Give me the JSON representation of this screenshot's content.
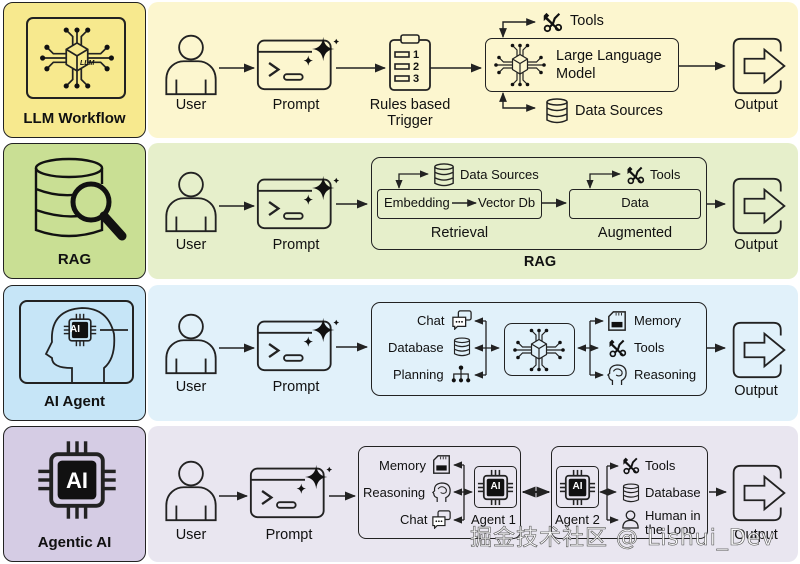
{
  "colors": {
    "llm_card": "#f7e98e",
    "llm_bg": "#fcf6cf",
    "rag_card": "#c9df94",
    "rag_bg": "#e6efcb",
    "agent_card": "#c6e5f7",
    "agent_bg": "#e1f1fa",
    "agentic_card": "#d5cce4",
    "agentic_bg": "#e9e6f0",
    "stroke": "#222222"
  },
  "rows": {
    "llm": {
      "title": "LLM Workflow",
      "user": "User",
      "prompt": "Prompt",
      "trigger": [
        "Rules based",
        "Trigger"
      ],
      "trigger_numbers": [
        "1",
        "2",
        "3"
      ],
      "llm_box": [
        "Large Language",
        "Model"
      ],
      "tools": "Tools",
      "data_sources": "Data Sources",
      "output": "Output",
      "icon_badge": "LLM"
    },
    "rag": {
      "title": "RAG",
      "user": "User",
      "prompt": "Prompt",
      "data_sources": "Data Sources",
      "tools": "Tools",
      "embedding": "Embedding",
      "vector_db": "Vector Db",
      "data": "Data",
      "retrieval": "Retrieval",
      "augmented": "Augmented",
      "group_label": "RAG",
      "output": "Output"
    },
    "agent": {
      "title": "AI Agent",
      "user": "User",
      "prompt": "Prompt",
      "left_items": [
        "Chat",
        "Database",
        "Planning"
      ],
      "right_items": [
        "Memory",
        "Tools",
        "Reasoning"
      ],
      "output": "Output",
      "icon_badge": "AI"
    },
    "agentic": {
      "title": "Agentic AI",
      "user": "User",
      "prompt": "Prompt",
      "agent1_items": [
        "Memory",
        "Reasoning",
        "Chat"
      ],
      "agent1_label": "Agent 1",
      "agent2_label": "Agent 2",
      "agent2_items": [
        "Tools",
        "Database"
      ],
      "human_loop": [
        "Human in",
        "the Loop"
      ],
      "chip_badge": "AI",
      "output": "Output"
    }
  },
  "watermark": "掘金技术社区 @ Lishui_Dev"
}
